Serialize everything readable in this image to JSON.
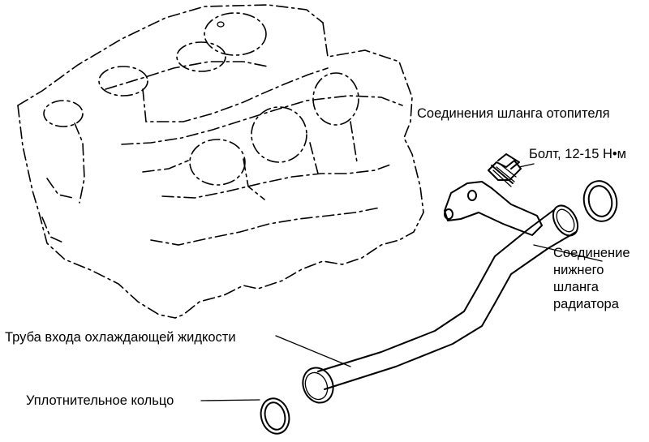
{
  "labels": {
    "heater_hose": "Соединения шланга отопителя",
    "bolt": "Болт, 12-15 Н•м",
    "lower_hose_lines": [
      "Соединение",
      "нижнего",
      "шланга",
      "радиатора"
    ],
    "inlet_pipe": "Труба входа охлаждающей жидкости",
    "o_ring": "Уплотнительное кольцо"
  },
  "icons": [
    "engine-block-drawing",
    "coolant-pipe-drawing",
    "bolt-drawing",
    "o-ring-drawing"
  ],
  "colors": {
    "ink": "#000000",
    "paper": "#ffffff"
  }
}
